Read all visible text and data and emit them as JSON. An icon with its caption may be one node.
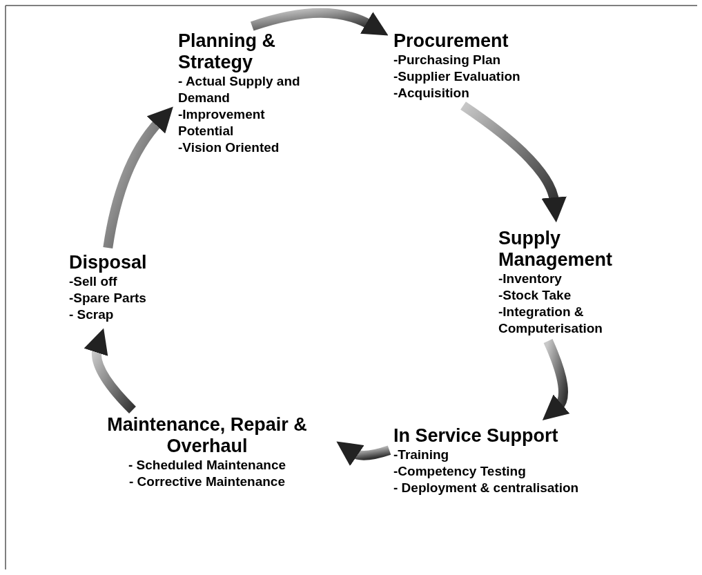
{
  "diagram": {
    "nodes": [
      {
        "text": [
          "Planning & Strategy",
          "- Actual Supply and Demand",
          "-Improvement Potential",
          "-Vision Oriented"
        ]
      },
      {
        "text": [
          "Procurement",
          "-Purchasing Plan",
          "-Supplier Evaluation",
          "-Acquisition"
        ]
      },
      {
        "text": [
          "Supply Management",
          "-Inventory",
          "-Stock Take",
          "-Integration & Computerisation"
        ]
      },
      {
        "text": [
          "In Service Support",
          "-Training",
          "-Competency Testing",
          "- Deployment & centralisation"
        ]
      },
      {
        "text": [
          "Maintenance, Repair & Overhaul",
          "- Scheduled Maintenance",
          "- Corrective Maintenance"
        ]
      },
      {
        "text": [
          "Disposal",
          "-Sell off",
          "-Spare Parts",
          "- Scrap"
        ]
      }
    ],
    "edges": [
      {
        "from": 0,
        "to": 1,
        "arrow": "to"
      },
      {
        "from": 1,
        "to": 2,
        "arrow": "to"
      },
      {
        "from": 2,
        "to": 3,
        "arrow": "to"
      },
      {
        "from": 3,
        "to": 4,
        "arrow": "to"
      },
      {
        "from": 4,
        "to": 5,
        "arrow": "to"
      },
      {
        "from": 5,
        "to": 0,
        "arrow": "to"
      }
    ]
  }
}
